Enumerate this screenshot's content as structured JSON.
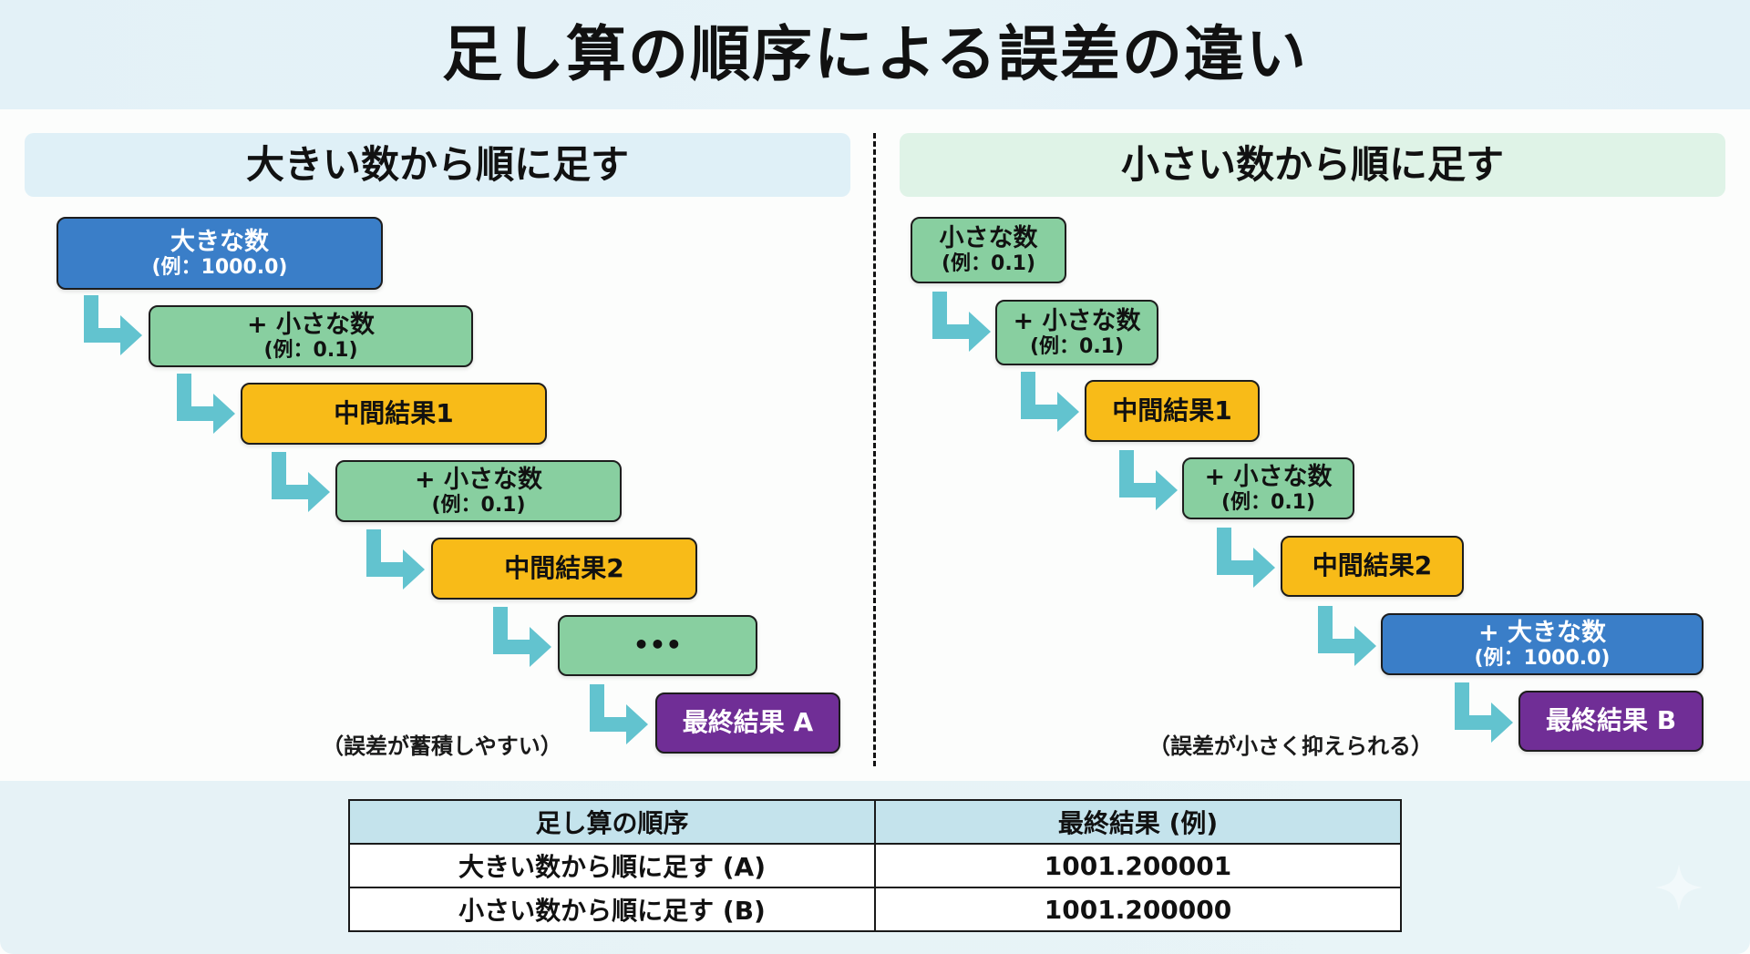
{
  "title": "足し算の順序による誤差の違い",
  "left_panel": {
    "header": "大きい数から順に足す",
    "steps": [
      {
        "main": "大きな数",
        "sub": "(例：1000.0)",
        "color": "blue"
      },
      {
        "main": "+ 小さな数",
        "sub": "(例：0.1)",
        "color": "green"
      },
      {
        "main": "中間結果1",
        "sub": "",
        "color": "yellow"
      },
      {
        "main": "+ 小さな数",
        "sub": "(例：0.1)",
        "color": "green"
      },
      {
        "main": "中間結果2",
        "sub": "",
        "color": "yellow"
      },
      {
        "main": "•••",
        "sub": "",
        "color": "green"
      },
      {
        "main": "最終結果 A",
        "sub": "",
        "color": "purple"
      }
    ],
    "note": "（誤差が蓄積しやすい）"
  },
  "right_panel": {
    "header": "小さい数から順に足す",
    "steps": [
      {
        "main": "小さな数",
        "sub": "(例：0.1)",
        "color": "green"
      },
      {
        "main": "+ 小さな数",
        "sub": "(例：0.1)",
        "color": "green"
      },
      {
        "main": "中間結果1",
        "sub": "",
        "color": "yellow"
      },
      {
        "main": "+ 小さな数",
        "sub": "(例：0.1)",
        "color": "green"
      },
      {
        "main": "中間結果2",
        "sub": "",
        "color": "yellow"
      },
      {
        "main": "+ 大きな数",
        "sub": "(例：1000.0)",
        "color": "blue"
      },
      {
        "main": "最終結果 B",
        "sub": "",
        "color": "purple"
      }
    ],
    "note": "（誤差が小さく抑えられる）"
  },
  "table": {
    "headers": [
      "足し算の順序",
      "最終結果 (例)"
    ],
    "rows": [
      [
        "大きい数から順に足す (A)",
        "1001.200001"
      ],
      [
        "小さい数から順に足す (B)",
        "1001.200000"
      ]
    ]
  },
  "colors": {
    "blue": "#3a7ec8",
    "green": "#88cfa0",
    "yellow": "#f8bb18",
    "purple": "#702e96",
    "arrow": "#62c3cf"
  }
}
